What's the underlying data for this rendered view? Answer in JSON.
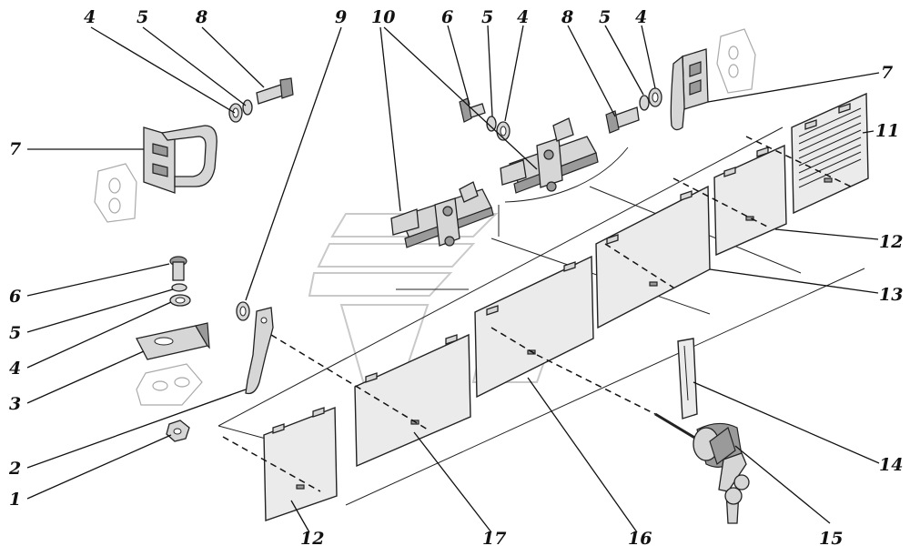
{
  "labels": [
    {
      "id": "4a",
      "text": "4"
    },
    {
      "id": "5a",
      "text": "5"
    },
    {
      "id": "8a",
      "text": "8"
    },
    {
      "id": "9",
      "text": "9"
    },
    {
      "id": "10",
      "text": "10"
    },
    {
      "id": "6a",
      "text": "6"
    },
    {
      "id": "5b",
      "text": "5"
    },
    {
      "id": "4b",
      "text": "4"
    },
    {
      "id": "8b",
      "text": "8"
    },
    {
      "id": "5c",
      "text": "5"
    },
    {
      "id": "4c",
      "text": "4"
    },
    {
      "id": "7a",
      "text": "7"
    },
    {
      "id": "7b",
      "text": "7"
    },
    {
      "id": "11",
      "text": "11"
    },
    {
      "id": "12a",
      "text": "12"
    },
    {
      "id": "13",
      "text": "13"
    },
    {
      "id": "6b",
      "text": "6"
    },
    {
      "id": "5d",
      "text": "5"
    },
    {
      "id": "4d",
      "text": "4"
    },
    {
      "id": "3",
      "text": "3"
    },
    {
      "id": "2",
      "text": "2"
    },
    {
      "id": "1",
      "text": "1"
    },
    {
      "id": "14",
      "text": "14"
    },
    {
      "id": "15",
      "text": "15"
    },
    {
      "id": "12b",
      "text": "12"
    },
    {
      "id": "17",
      "text": "17"
    },
    {
      "id": "16",
      "text": "16"
    }
  ]
}
